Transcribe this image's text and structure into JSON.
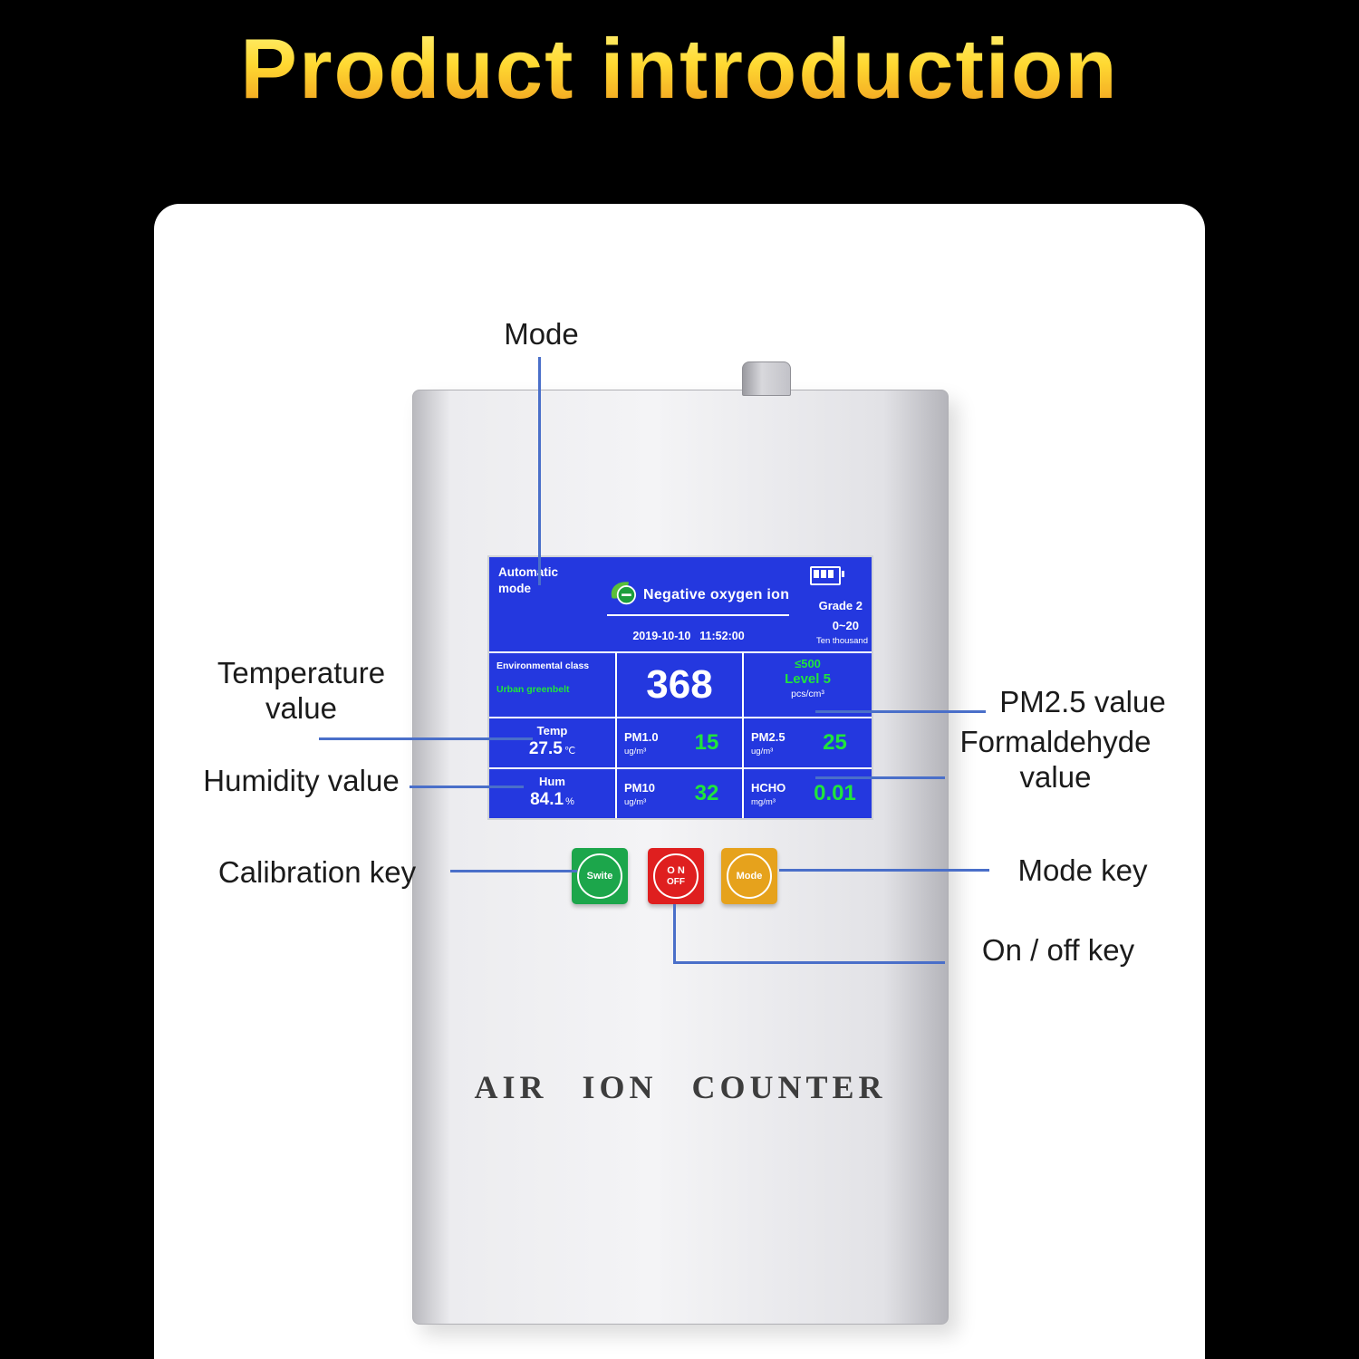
{
  "header": {
    "title": "Product introduction"
  },
  "device": {
    "label": "AIR ION COUNTER",
    "screen": {
      "mode_line1": "Automatic",
      "mode_line2": "mode",
      "title": "Negative oxygen ion",
      "grade": "Grade 2",
      "range": "0~20",
      "range_unit": "Ten thousand",
      "date": "2019-10-10",
      "time": "11:52:00",
      "env_label": "Environmental class",
      "env_value": "Urban greenbelt",
      "main_value": "368",
      "limit": "≤500",
      "level": "Level 5",
      "level_unit": "pcs/cm³",
      "temp": {
        "label": "Temp",
        "value": "27.5",
        "unit": "℃"
      },
      "hum": {
        "label": "Hum",
        "value": "84.1",
        "unit": "%"
      },
      "pm1": {
        "label": "PM1.0",
        "unit": "ug/m³",
        "value": "15"
      },
      "pm25": {
        "label": "PM2.5",
        "unit": "ug/m³",
        "value": "25"
      },
      "pm10": {
        "label": "PM10",
        "unit": "ug/m³",
        "value": "32"
      },
      "hcho": {
        "label": "HCHO",
        "unit": "mg/m³",
        "value": "0.01"
      }
    },
    "keys": {
      "switch": "Swite",
      "power_top": "O N",
      "power_bottom": "OFF",
      "mode": "Mode"
    }
  },
  "callouts": {
    "mode": "Mode",
    "temperature_line1": "Temperature",
    "temperature_line2": "value",
    "humidity": "Humidity value",
    "calibration": "Calibration key",
    "pm25": "PM2.5 value",
    "formaldehyde_line1": "Formaldehyde",
    "formaldehyde_line2": "value",
    "mode_key": "Mode key",
    "onoff": "On / off key"
  },
  "colors": {
    "callout_line": "#4a6fc9",
    "screen_blue": "#2438df",
    "value_green": "#1fe53c",
    "key_green": "#1ca64b",
    "key_red": "#df1f1f",
    "key_orange": "#e6a21c",
    "title_gradient_top": "#fff176",
    "title_gradient_bottom": "#f09d1e"
  }
}
